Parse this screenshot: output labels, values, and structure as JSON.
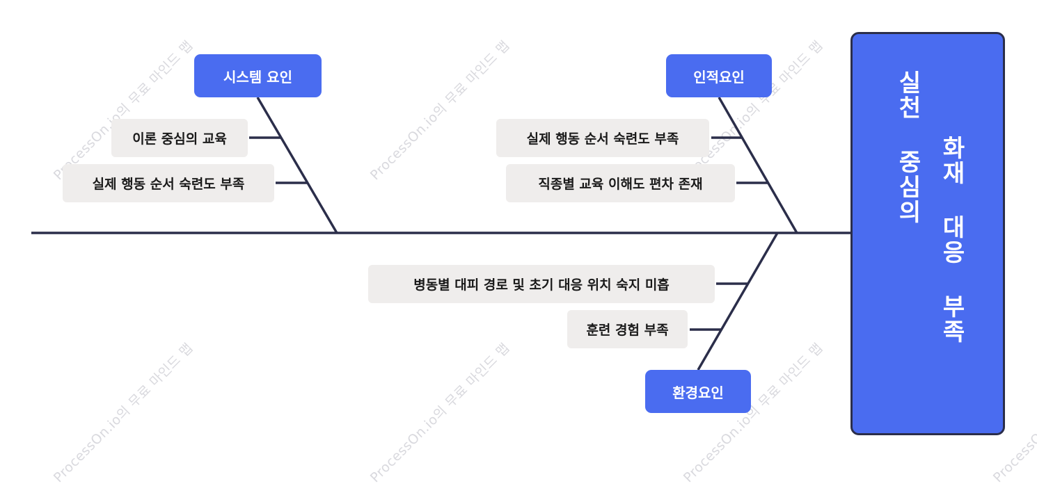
{
  "watermark": "ProcessOn.io의 무료 마인드 맵",
  "head": {
    "line1": "실천 중심의",
    "line2": "화재 대응 부족"
  },
  "categories": {
    "system": {
      "label": "시스템 요인",
      "causes": [
        "이론 중심의 교육",
        "실제 행동 순서 숙련도 부족"
      ]
    },
    "human": {
      "label": "인적요인",
      "causes": [
        "실제 행동 순서 숙련도 부족",
        "직종별 교육 이해도 편차 존재"
      ]
    },
    "environment": {
      "label": "환경요인",
      "causes": [
        "병동별 대피 경로 및 초기 대응 위치 숙지 미흡",
        "훈련 경험 부족"
      ]
    }
  },
  "colors": {
    "category_fill": "#4a6cf0",
    "head_fill": "#4a6cf0",
    "line": "#2b2e4a",
    "cause_fill": "#efedec"
  }
}
